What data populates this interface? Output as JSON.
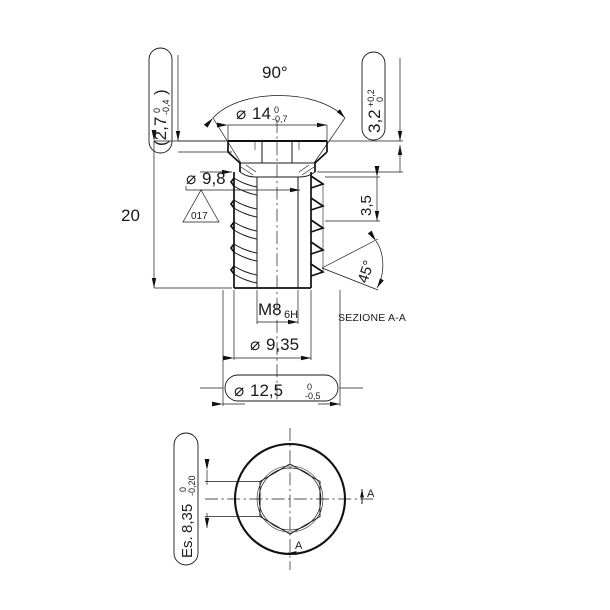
{
  "document": {
    "type": "engineering-drawing",
    "subject": "threaded-insert-with-countersunk-flange-head",
    "background_color": "#ffffff",
    "line_color": "#1a1a1a"
  },
  "views": {
    "section_view": {
      "label": "SEZIONE A-A"
    },
    "bottom_view": {
      "section_mark_right": "A",
      "section_mark_bottom": "A"
    }
  },
  "dimensions": {
    "head_thickness": {
      "value": "(2,7",
      "tol_upper": "0",
      "tol_lower": "-0,4",
      "close": ")",
      "in_oval": true,
      "rotated": true
    },
    "head_angle": {
      "value": "90°"
    },
    "head_diameter": {
      "symbol": "⌀",
      "value": "14",
      "tol_upper": "0",
      "tol_lower": "-0,7"
    },
    "flange_height": {
      "value": "3,2",
      "tol_upper": "+0,2",
      "tol_lower": "0",
      "in_oval": true,
      "rotated": true
    },
    "minor_diameter": {
      "symbol": "⌀",
      "value": "9,8"
    },
    "total_length": {
      "value": "20"
    },
    "thread_pitch": {
      "value": "3,5",
      "rotated": true
    },
    "chamfer_angle": {
      "value": "45°",
      "rotated": true
    },
    "internal_thread": {
      "value": "M8",
      "tolerance_class": "6H"
    },
    "core_diameter": {
      "symbol": "⌀",
      "value": "9,35"
    },
    "outer_thread_diameter": {
      "symbol": "⌀",
      "value": "12,5",
      "tol_upper": "0",
      "tol_lower": "-0,5",
      "in_oval": true
    },
    "hex_socket": {
      "prefix": "Es.",
      "value": "8,35",
      "tol_upper": "0",
      "tol_lower": "-0,20",
      "in_oval": true,
      "rotated": true
    }
  },
  "callouts": {
    "surface_triangle": {
      "shape": "triangle",
      "value": "017"
    }
  }
}
